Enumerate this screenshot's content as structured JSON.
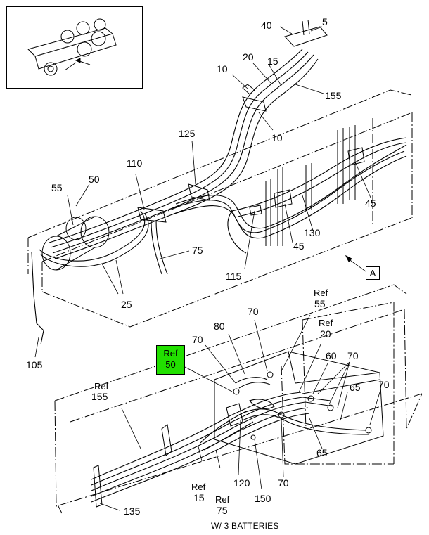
{
  "callouts": {
    "c5": "5",
    "c40": "40",
    "c20": "20",
    "c15": "15",
    "c155": "155",
    "c10a": "10",
    "c10b": "10",
    "c125": "125",
    "c110": "110",
    "c50": "50",
    "c55": "55",
    "c75": "75",
    "c45a": "45",
    "c45b": "45",
    "c130": "130",
    "c115": "115",
    "c25": "25",
    "c105": "105",
    "c80": "80",
    "c70a": "70",
    "c70b": "70",
    "c70c": "70",
    "c70d": "70",
    "c70e": "70",
    "c60": "60",
    "c65a": "65",
    "c65b": "65",
    "c120": "120",
    "c150": "150",
    "c135": "135",
    "ref155_a": "Ref",
    "ref155_b": "155",
    "ref55_a": "Ref",
    "ref55_b": "55",
    "ref20_a": "Ref",
    "ref20_b": "20",
    "ref15_a": "Ref",
    "ref15_b": "15",
    "ref75_a": "Ref",
    "ref75_b": "75"
  },
  "highlight": {
    "line1": "Ref",
    "line2": "50",
    "color": "#22e000"
  },
  "view_marker": "A",
  "caption": "W/ 3 BATTERIES"
}
